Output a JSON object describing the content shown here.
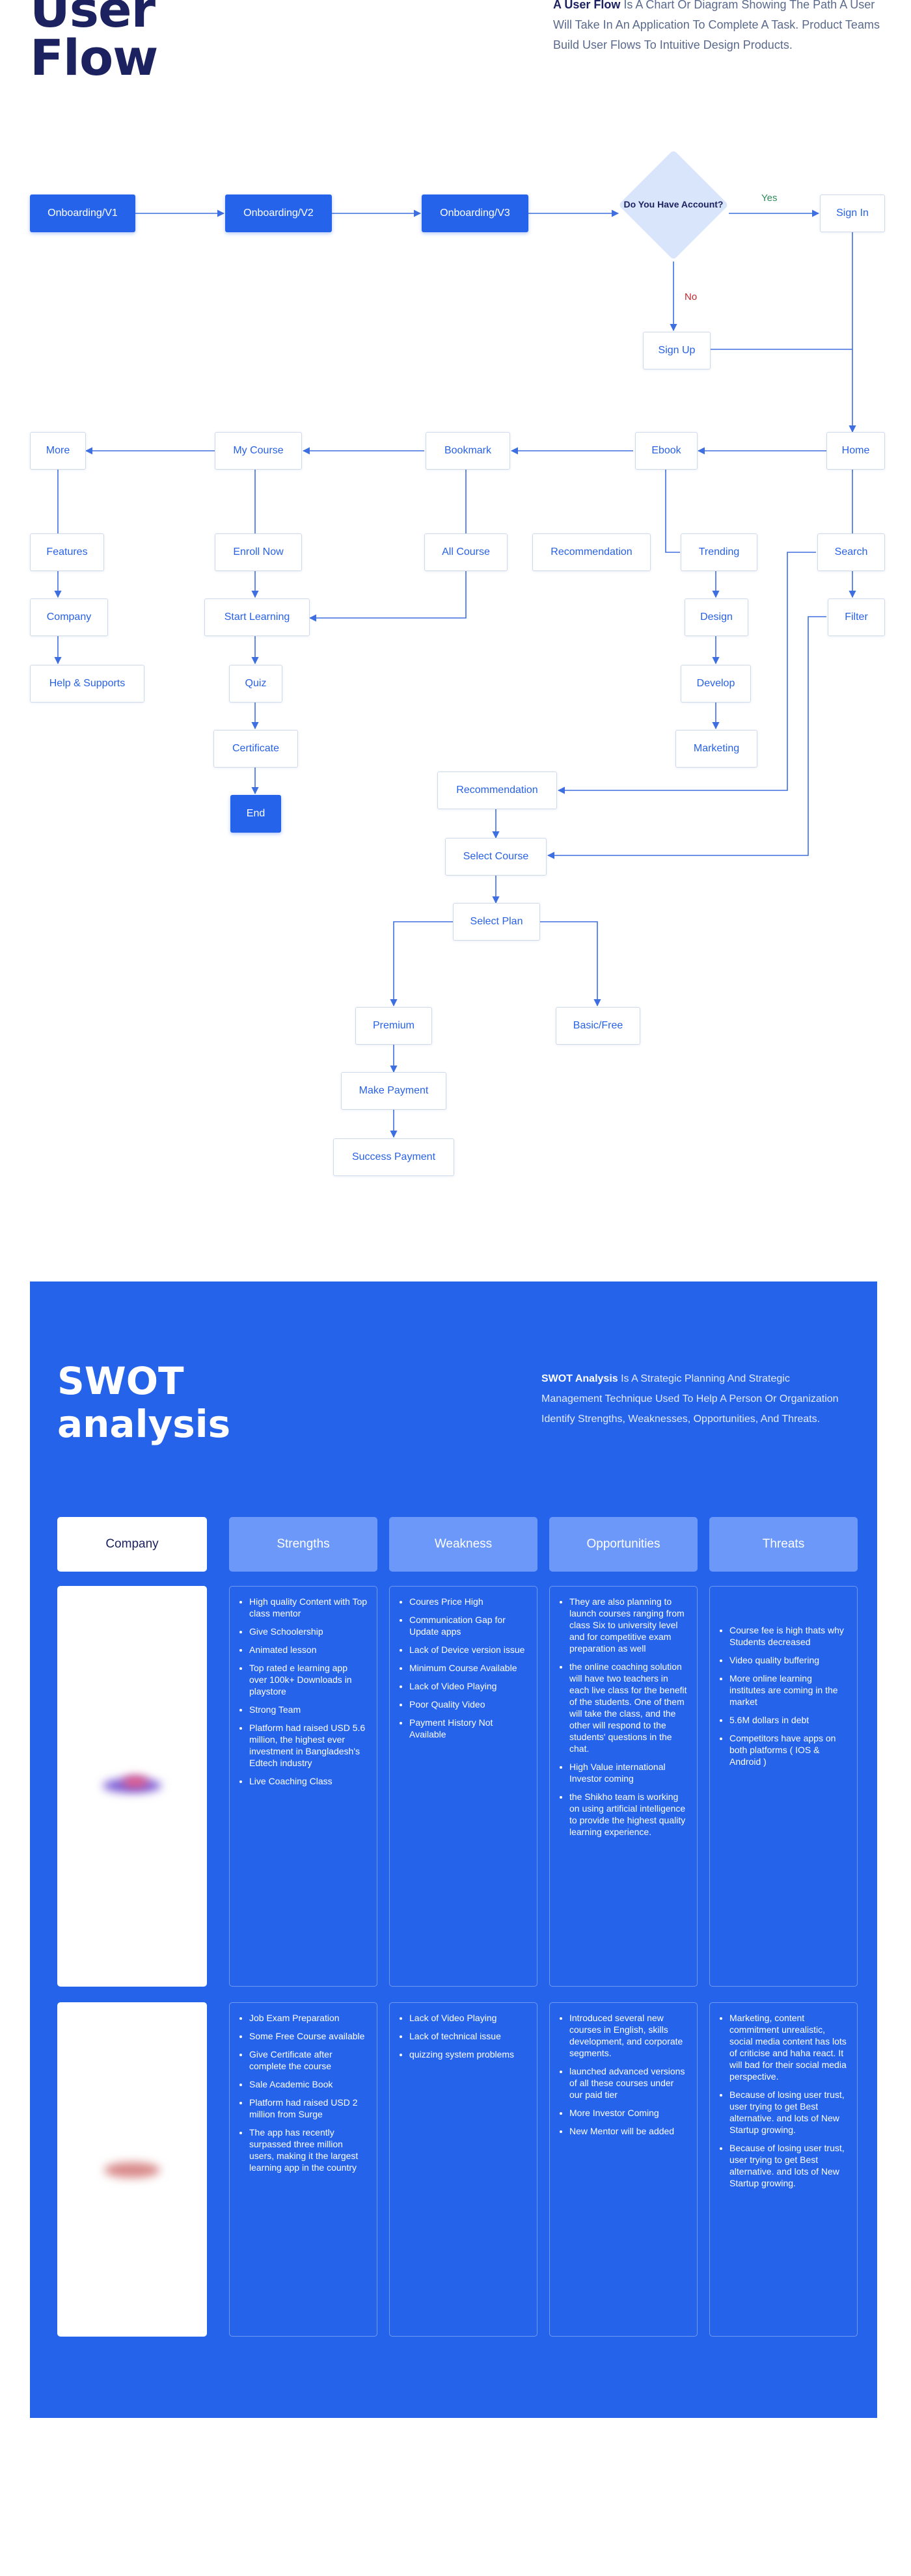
{
  "header": {
    "title_line1": "User",
    "title_line2": "Flow",
    "intro_strong": "A User Flow",
    "intro_rest": " Is A Chart Or Diagram Showing The Path A User Will Take In An Application To Complete A Task. Product Teams Build User Flows To Intuitive Design Products."
  },
  "flow": {
    "decision": "Do You Have Account?",
    "yes_label": "Yes",
    "no_label": "No",
    "nodes": {
      "onboarding_v1": "Onboarding/V1",
      "onboarding_v2": "Onboarding/V2",
      "onboarding_v3": "Onboarding/V3",
      "sign_in": "Sign In",
      "sign_up": "Sign Up",
      "home": "Home",
      "ebook": "Ebook",
      "bookmark": "Bookmark",
      "my_course": "My Course",
      "more": "More",
      "features": "Features",
      "company": "Company",
      "help": "Help & Supports",
      "enroll_now": "Enroll Now",
      "start_learning": "Start Learning",
      "quiz": "Quiz",
      "certificate": "Certificate",
      "end": "End",
      "all_course": "All Course",
      "recommendation_side": "Recommendation",
      "trending": "Trending",
      "design": "Design",
      "develop": "Develop",
      "marketing": "Marketing",
      "search": "Search",
      "filter": "Filter",
      "recommendation": "Recommendation",
      "select_course": "Select Course",
      "select_plan": "Select Plan",
      "premium": "Premium",
      "basic_free": "Basic/Free",
      "make_payment": "Make Payment",
      "success_payment": "Success Payment"
    }
  },
  "swot": {
    "title_line1": "SWOT",
    "title_line2": "analysis",
    "intro_strong": "SWOT Analysis",
    "intro_rest": " Is A Strategic Planning And Strategic Management Technique Used To Help A Person Or Organization Identify Strengths, Weaknesses, Opportunities, And Threats.",
    "headers": [
      "Company",
      "Strengths",
      "Weakness",
      "Opportunities",
      "Threats"
    ],
    "rows": [
      {
        "strengths": [
          "High quality Content with Top class mentor",
          "Give Schoolership",
          "Animated lesson",
          "Top rated e learning app over 100k+ Downloads in playstore",
          "Strong Team",
          "Platform had raised USD 5.6 million, the highest ever investment in Bangladesh's Edtech industry",
          "Live Coaching Class"
        ],
        "weakness": [
          "Coures Price High",
          "Communication Gap for Update apps",
          "Lack of Device version issue",
          "Minimum Course Available",
          "Lack of Video Playing",
          "Poor Quality Video",
          "Payment History Not Available"
        ],
        "opportunities": [
          "They are also planning to launch courses ranging from class Six to university level and for competitive exam preparation as well",
          "the online coaching solution will have two teachers in each live class for the benefit of the students. One of them will take the class, and the other will respond to the students' questions in the chat.",
          "High Value international Investor coming",
          "the Shikho team is working on using artificial intelligence to provide the highest quality learning experience."
        ],
        "threats": [
          "Course fee is high thats why Students decreased",
          "Video quality buffering",
          "More online learning institutes are coming in the market",
          "5.6M dollars in debt",
          "Competitors have apps on both platforms ( IOS & Android )"
        ]
      },
      {
        "strengths": [
          "Job Exam Preparation",
          "Some Free Course available",
          "Give Certificate after complete the course",
          "Sale Academic Book",
          "Platform had raised USD 2 million from Surge",
          "The app has recently surpassed three million users, making it the largest learning app in the country"
        ],
        "weakness": [
          "Lack of Video Playing",
          "Lack of technical issue",
          "quizzing system problems"
        ],
        "opportunities": [
          "Introduced several new courses in English, skills development, and corporate segments.",
          "launched advanced versions of all these courses under our paid tier",
          "More Investor Coming",
          "New Mentor  will be added"
        ],
        "threats": [
          "Marketing, content commitment unrealistic, social media content has lots of criticise and haha react. It will bad for their social media perspective.",
          "Because of losing user trust, user trying to get Best alternative. and lots of New Startup growing.",
          "Because of losing user trust, user trying to get Best alternative. and lots of New Startup growing."
        ]
      }
    ]
  },
  "colors": {
    "accent": "#2563eb",
    "connector": "#3d6fe0",
    "title": "#1c2260",
    "yes": "#2f8a5b",
    "no": "#c0262d"
  }
}
